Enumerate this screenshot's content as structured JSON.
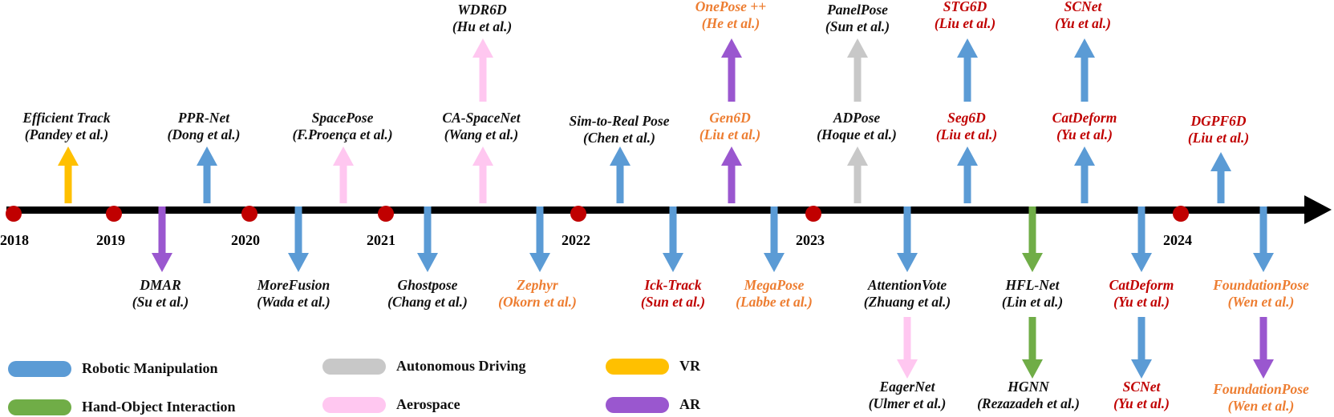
{
  "years": [
    "2018",
    "2019",
    "2020",
    "2021",
    "2022",
    "2023",
    "2024"
  ],
  "colors": {
    "robotic": "#5b9bd5",
    "hand_object": "#70ad47",
    "autonomous": "#c8c8c8",
    "aerospace": "#ffc7f0",
    "vr": "#ffc000",
    "ar": "#9a57cf",
    "year_dot": "#c00000",
    "text_orange": "#ed7d31",
    "text_red": "#c00000"
  },
  "methods": {
    "efficient_track": {
      "name": "Efficient Track",
      "authors": "(Pandey et al.)",
      "category": "vr"
    },
    "ppr_net": {
      "name": "PPR-Net",
      "authors": "(Dong et al.)",
      "category": "robotic"
    },
    "spacepose": {
      "name": "SpacePose",
      "authors": "(F.Proença et al.)",
      "category": "aerospace"
    },
    "ca_spacenet": {
      "name": "CA-SpaceNet",
      "authors": "(Wang et al.)",
      "category": "aerospace"
    },
    "wdr6d": {
      "name": "WDR6D",
      "authors": "(Hu et al.)",
      "category": "aerospace"
    },
    "sim_to_real": {
      "name": "Sim-to-Real Pose",
      "authors": "(Chen et al.)",
      "category": "robotic"
    },
    "gen6d": {
      "name": "Gen6D",
      "authors": "(Liu et al.)",
      "category": "ar"
    },
    "onepose": {
      "name": "OnePose ++",
      "authors": "(He et al.)",
      "category": "ar"
    },
    "adpose": {
      "name": "ADPose",
      "authors": "(Hoque et al.)",
      "category": "autonomous"
    },
    "panelpose": {
      "name": "PanelPose",
      "authors": "(Sun et al.)",
      "category": "autonomous"
    },
    "seg6d": {
      "name": "Seg6D",
      "authors": "(Liu et al.)",
      "category": "robotic"
    },
    "stg6d": {
      "name": "STG6D",
      "authors": "(Liu et al.)",
      "category": "robotic"
    },
    "catdeform_top": {
      "name": "CatDeform",
      "authors": "(Yu et al.)",
      "category": "robotic"
    },
    "scnet_top": {
      "name": "SCNet",
      "authors": "(Yu et al.)",
      "category": "robotic"
    },
    "dgpf6d": {
      "name": "DGPF6D",
      "authors": "(Liu et al.)",
      "category": "robotic"
    },
    "dmar": {
      "name": "DMAR",
      "authors": "(Su et al.)",
      "category": "ar"
    },
    "morefusion": {
      "name": "MoreFusion",
      "authors": "(Wada et al.)",
      "category": "robotic"
    },
    "ghostpose": {
      "name": "Ghostpose",
      "authors": "(Chang et al.)",
      "category": "robotic"
    },
    "zephyr": {
      "name": "Zephyr",
      "authors": "(Okorn et al.)",
      "category": "robotic"
    },
    "ick_track": {
      "name": "Ick-Track",
      "authors": "(Sun et al.)",
      "category": "robotic"
    },
    "megapose": {
      "name": "MegaPose",
      "authors": "(Labbe et al.)",
      "category": "robotic"
    },
    "attentionvote": {
      "name": "AttentionVote",
      "authors": "(Zhuang et al.)",
      "category": "robotic"
    },
    "eagernet": {
      "name": "EagerNet",
      "authors": "(Ulmer et al.)",
      "category": "aerospace"
    },
    "hfl_net": {
      "name": "HFL-Net",
      "authors": "(Lin et al.)",
      "category": "hand_object"
    },
    "hgnn": {
      "name": "HGNN",
      "authors": "(Rezazadeh et al.)",
      "category": "hand_object"
    },
    "catdeform_bottom": {
      "name": "CatDeform",
      "authors": "(Yu et al.)",
      "category": "robotic"
    },
    "scnet_bottom": {
      "name": "SCNet",
      "authors": "(Yu et al.)",
      "category": "robotic"
    },
    "foundationpose_1": {
      "name": "FoundationPose",
      "authors": "(Wen et al.)",
      "category": "robotic"
    },
    "foundationpose_2": {
      "name": "FoundationPose",
      "authors": "(Wen et al.)",
      "category": "ar"
    }
  },
  "legend": {
    "robotic": "Robotic Manipulation",
    "hand_object": "Hand-Object Interaction",
    "autonomous": "Autonomous Driving",
    "aerospace": "Aerospace",
    "vr": "VR",
    "ar": "AR"
  }
}
